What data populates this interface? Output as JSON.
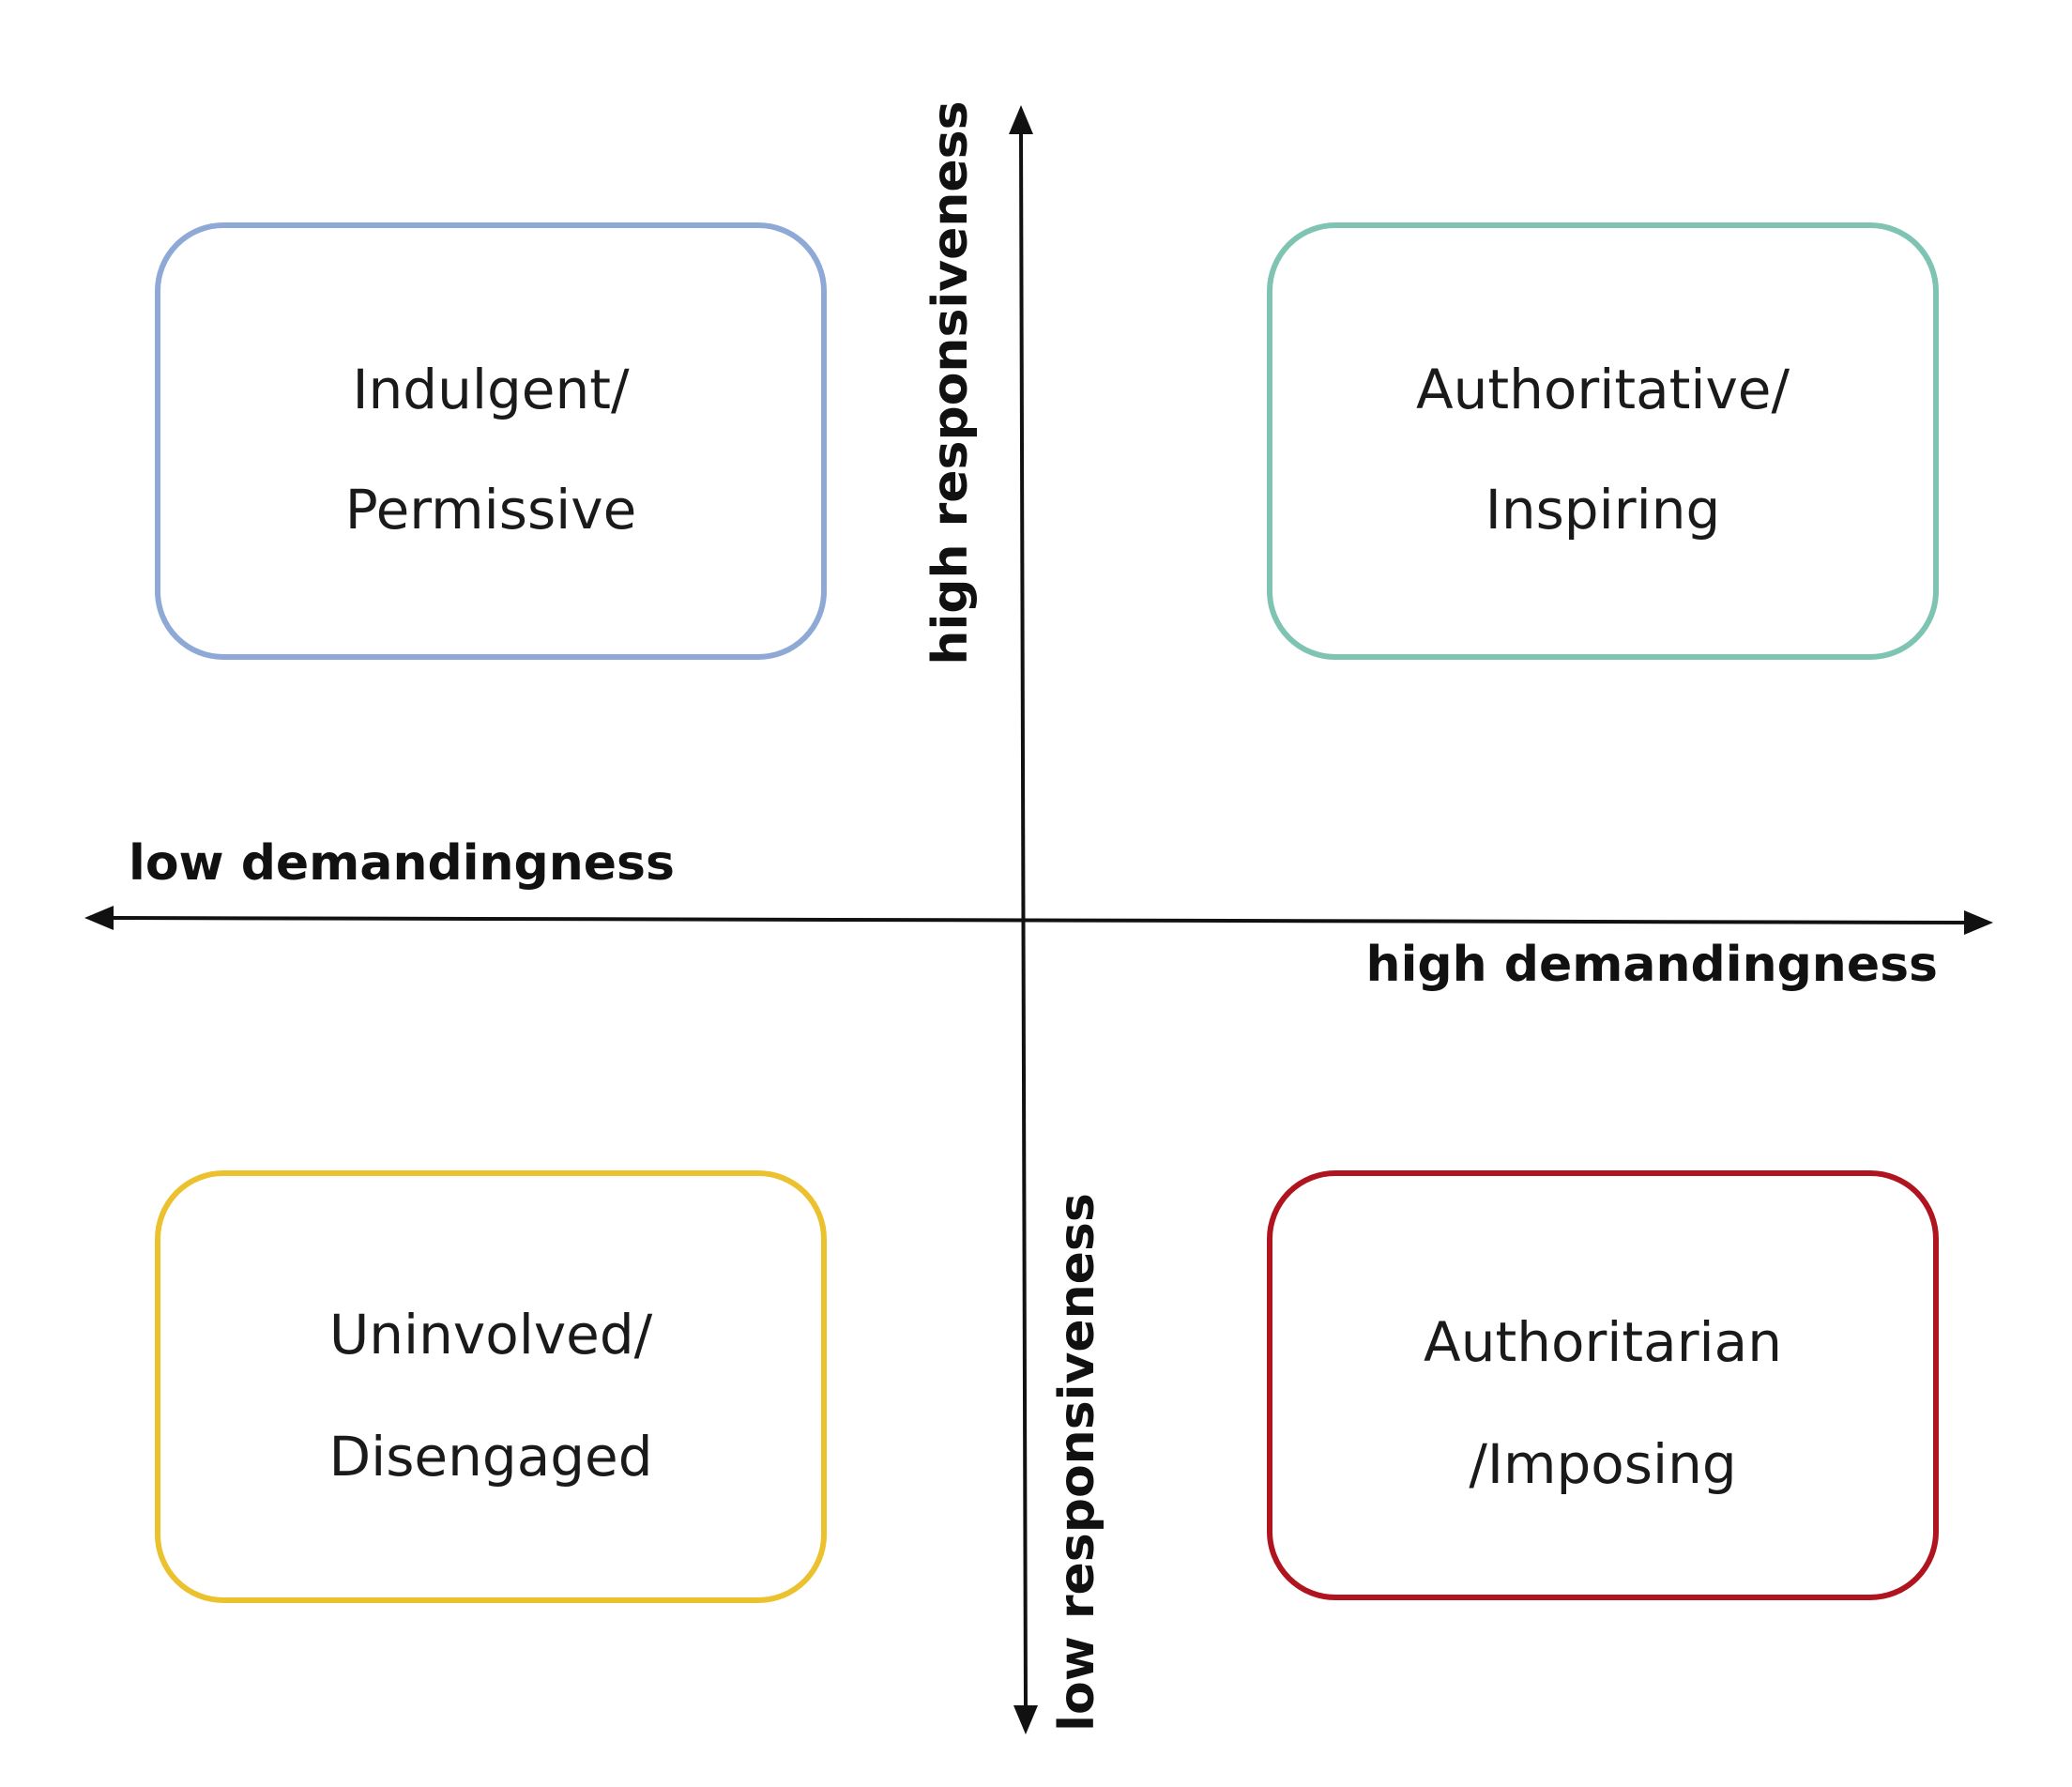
{
  "axes": {
    "high_responsiveness": "high responsiveness",
    "low_responsiveness": "low responsiveness",
    "low_demandingness": "low demandingness",
    "high_demandingness": "high demandingness"
  },
  "quadrants": {
    "top_left": {
      "line1": "Indulgent/",
      "line2": "Permissive",
      "color": "#8fa9d6"
    },
    "top_right": {
      "line1": "Authoritative/",
      "line2": "Inspiring",
      "color": "#7fc4b3"
    },
    "bottom_left": {
      "line1": "Uninvolved/",
      "line2": "Disengaged",
      "color": "#ecc12e"
    },
    "bottom_right": {
      "line1": "Authoritarian",
      "line2": "/Imposing",
      "color": "#b0151f"
    }
  }
}
